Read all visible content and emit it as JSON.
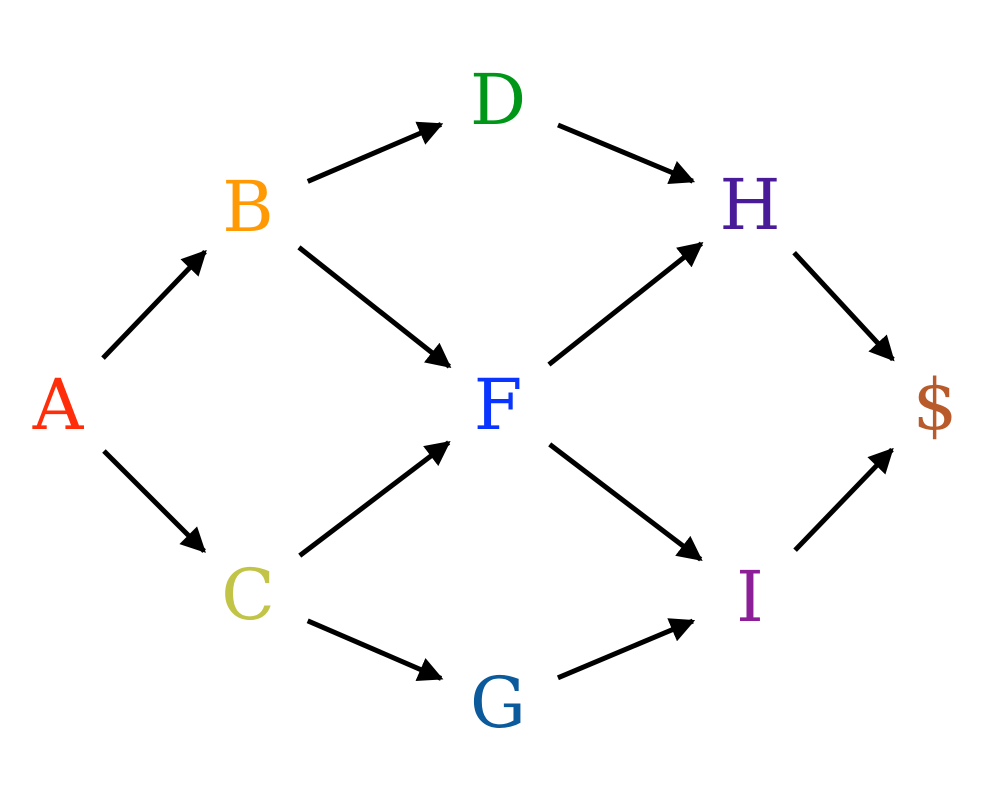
{
  "diagram": {
    "type": "directed-graph",
    "nodes": [
      {
        "id": "A",
        "label": "A",
        "color": "#ff2d0a"
      },
      {
        "id": "B",
        "label": "B",
        "color": "#ff9a05"
      },
      {
        "id": "C",
        "label": "C",
        "color": "#c2c447"
      },
      {
        "id": "D",
        "label": "D",
        "color": "#009618"
      },
      {
        "id": "F",
        "label": "F",
        "color": "#0a35ff"
      },
      {
        "id": "G",
        "label": "G",
        "color": "#0a5a9c"
      },
      {
        "id": "H",
        "label": "H",
        "color": "#4a1b98"
      },
      {
        "id": "I",
        "label": "I",
        "color": "#8c1e98"
      },
      {
        "id": "S",
        "label": "$",
        "color": "#b85a2a"
      }
    ],
    "edges": [
      {
        "from": "A",
        "to": "B"
      },
      {
        "from": "A",
        "to": "C"
      },
      {
        "from": "B",
        "to": "D"
      },
      {
        "from": "B",
        "to": "F"
      },
      {
        "from": "C",
        "to": "F"
      },
      {
        "from": "C",
        "to": "G"
      },
      {
        "from": "D",
        "to": "H"
      },
      {
        "from": "F",
        "to": "H"
      },
      {
        "from": "F",
        "to": "I"
      },
      {
        "from": "G",
        "to": "I"
      },
      {
        "from": "H",
        "to": "S"
      },
      {
        "from": "I",
        "to": "S"
      }
    ]
  }
}
